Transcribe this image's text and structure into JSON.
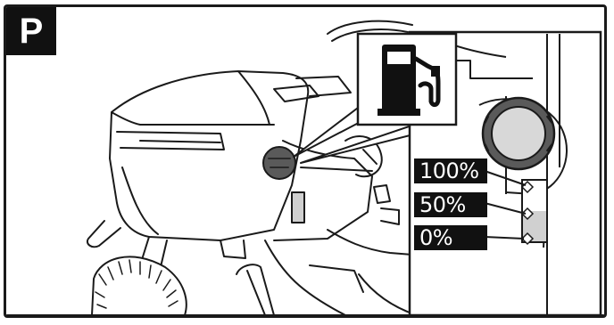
{
  "panel": {
    "label": "P"
  },
  "icons": {
    "fuel": "fuel-pump-icon"
  },
  "fuel_levels": [
    {
      "label": "100%",
      "level": 1.0
    },
    {
      "label": "50%",
      "level": 0.5
    },
    {
      "label": "0%",
      "level": 0.0
    }
  ],
  "colors": {
    "outline": "#1a1a1a",
    "label_bg": "#111111",
    "label_text": "#ffffff",
    "tank_fill": "#d0d0d0"
  }
}
